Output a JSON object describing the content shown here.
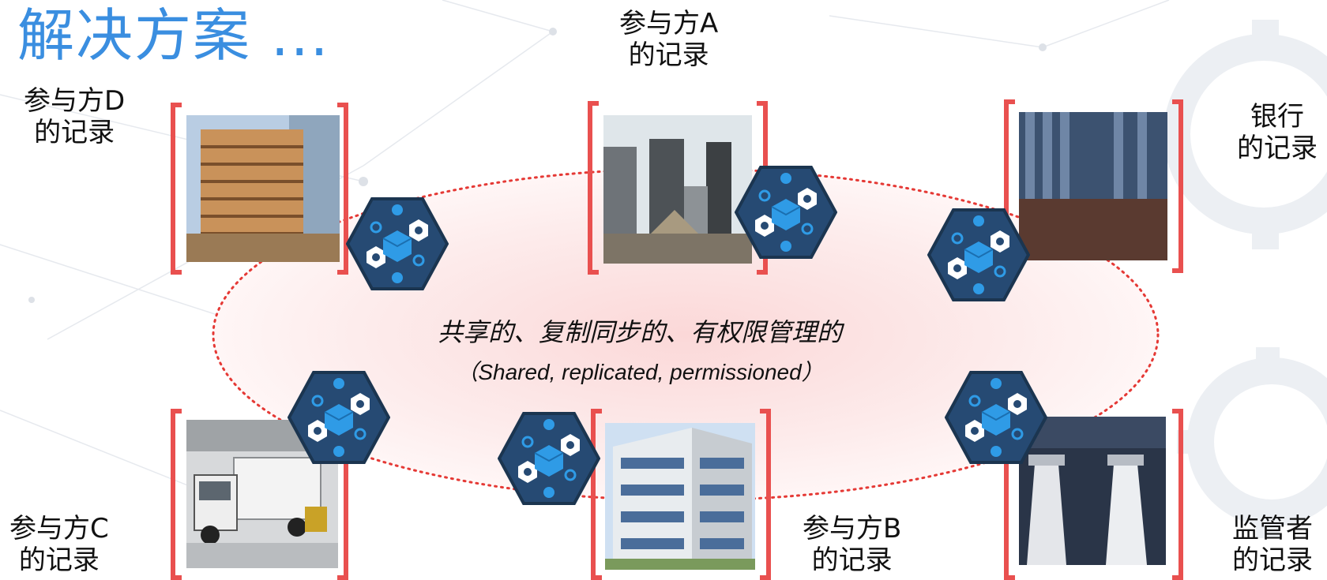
{
  "title": "解决方案 ...",
  "center": {
    "line1": "共享的、复制同步的、有权限管理的",
    "line2": "（Shared, replicated, permissioned）"
  },
  "parties": {
    "a": {
      "name": "参与方A",
      "record": "的记录"
    },
    "b": {
      "name": "参与方B",
      "record": "的记录"
    },
    "c": {
      "name": "参与方C",
      "record": "的记录"
    },
    "d": {
      "name": "参与方D",
      "record": "的记录"
    },
    "bank": {
      "name": "银行",
      "record": "的记录"
    },
    "regulator": {
      "name": "监管者",
      "record": "的记录"
    }
  },
  "photos": {
    "a": "skyscrapers-photo",
    "b": "office-building-photo",
    "c": "truck-warehouse-photo",
    "d": "brick-office-building-photo",
    "bank": "bank-facade-photo",
    "regulator": "columns-photo"
  },
  "colors": {
    "title": "#3a8ee0",
    "bracket": "#e9504f",
    "ellipse_border": "#e53935",
    "ellipse_fill": "#fdecec",
    "hex_fill": "#264a73",
    "hex_border": "#1b3550",
    "cube": "#2f9be6"
  },
  "icons": [
    "blockchain-node-icon"
  ]
}
